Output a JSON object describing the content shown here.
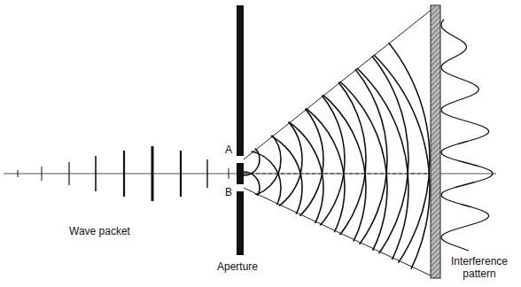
{
  "diagram": {
    "labels": [
      "A",
      "B",
      "Wave packet",
      "Aperture",
      "Interference pattern"
    ]
  }
}
